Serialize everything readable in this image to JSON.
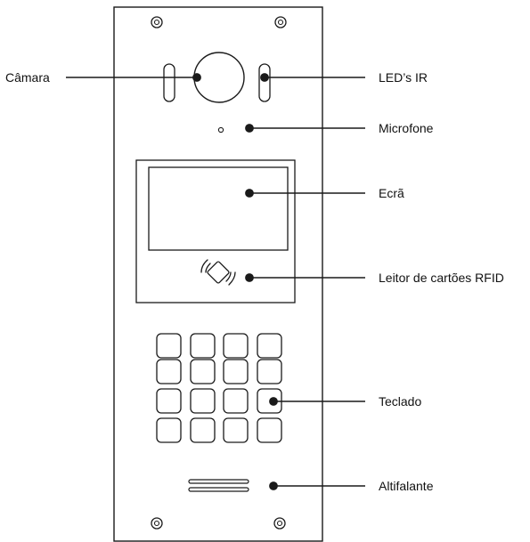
{
  "labels": {
    "camera": "Câmara",
    "ir_leds": "LED’s IR",
    "microphone": "Microfone",
    "screen": "Ecrã",
    "rfid_reader": "Leitor de cartões RFID",
    "keypad": "Teclado",
    "speaker": "Altifalante"
  },
  "colors": {
    "stroke": "#1a1a1a",
    "text": "#111111",
    "background": "#ffffff"
  },
  "icons": {
    "rfid": "rfid-card-icon",
    "screw": "screw-icon"
  }
}
